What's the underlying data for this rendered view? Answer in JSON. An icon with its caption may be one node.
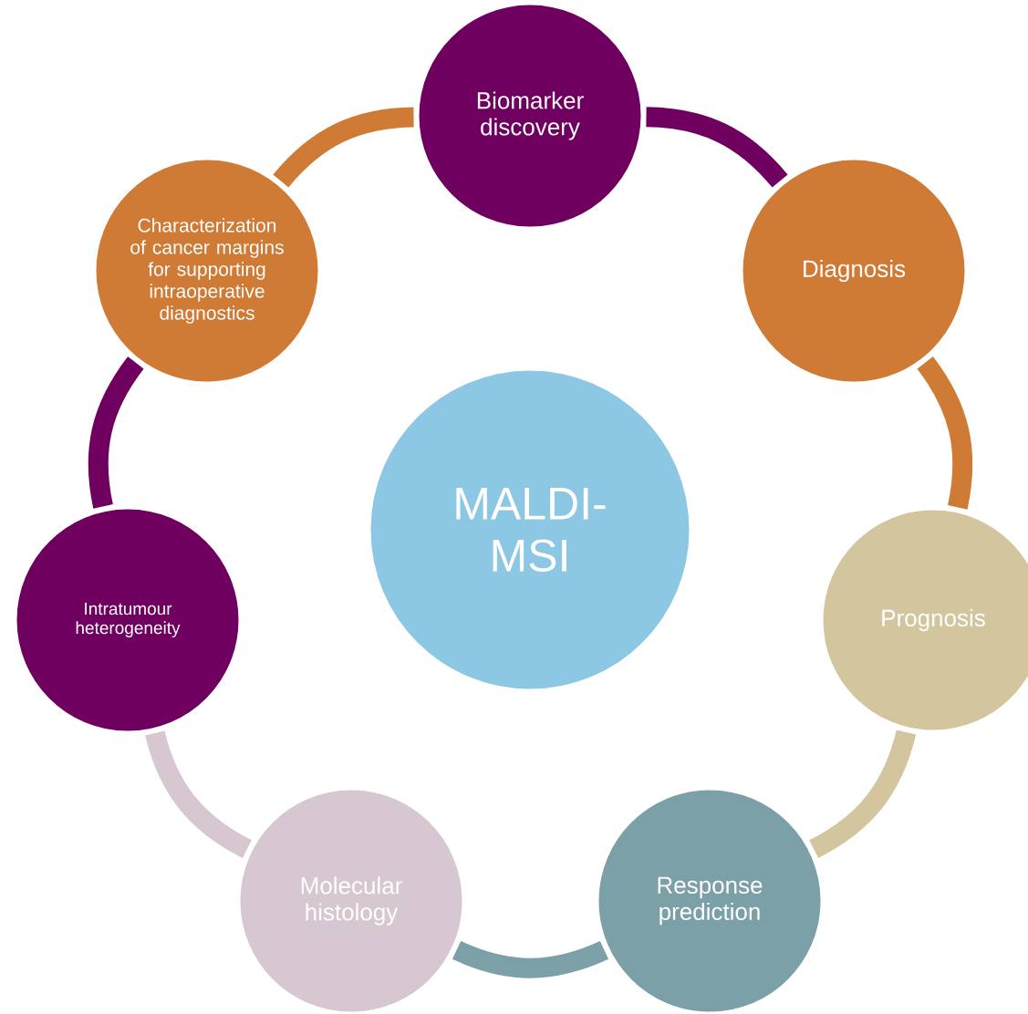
{
  "diagram": {
    "nodes": [
      {
        "text": [
          "MALDI-MSI"
        ]
      },
      {
        "text": [
          "Biomarker discovery"
        ]
      },
      {
        "text": [
          "Diagnosis"
        ]
      },
      {
        "text": [
          "Prognosis"
        ]
      },
      {
        "text": [
          "Response prediction"
        ]
      },
      {
        "text": [
          "Molecular histology"
        ]
      },
      {
        "text": [
          "Intratumour heterogeneity"
        ]
      },
      {
        "text": [
          "Characterization of cancer margins for supporting intraoperative diagnostics"
        ]
      }
    ],
    "edges": [
      {
        "from": 1,
        "to": 2,
        "arrow": "none",
        "color": "#6f005f"
      },
      {
        "from": 2,
        "to": 3,
        "arrow": "none",
        "color": "#cf7b35"
      },
      {
        "from": 3,
        "to": 4,
        "arrow": "none",
        "color": "#d3c69f"
      },
      {
        "from": 4,
        "to": 5,
        "arrow": "none",
        "color": "#7ba0a8"
      },
      {
        "from": 5,
        "to": 6,
        "arrow": "none",
        "color": "#d6c7d0"
      },
      {
        "from": 6,
        "to": 7,
        "arrow": "none",
        "color": "#6f005f"
      },
      {
        "from": 7,
        "to": 1,
        "arrow": "none",
        "color": "#cf7b35"
      }
    ]
  }
}
